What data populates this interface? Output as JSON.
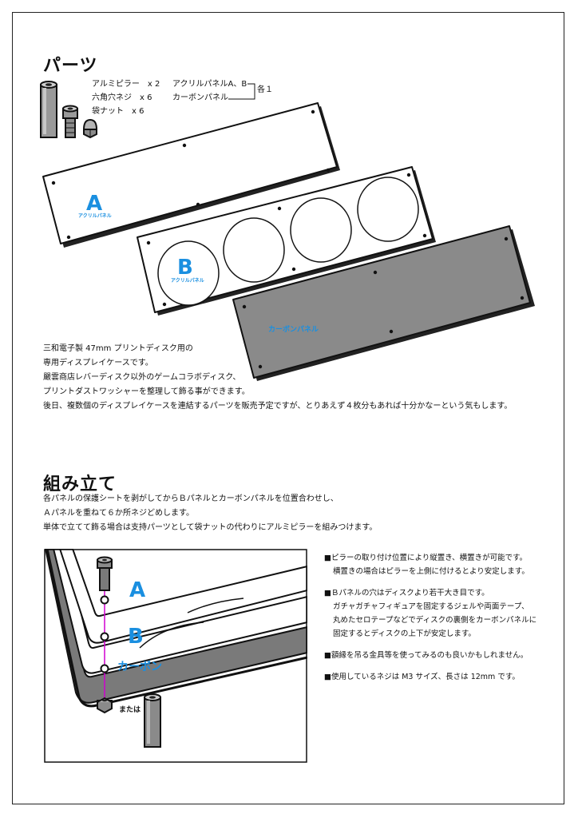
{
  "colors": {
    "accent_blue": "#1a8fe0",
    "magenta": "#d000d0",
    "panel_gray": "#8a8a8a"
  },
  "parts": {
    "title": "パーツ",
    "items": [
      "アルミピラー　x 2",
      "六角穴ネジ　x 6",
      "袋ナット　x 6"
    ],
    "panels": [
      "アクリルパネルA、B",
      "カーボンパネル"
    ],
    "panels_qty": "各１",
    "panel_a": {
      "letter": "A",
      "caption": "アクリルパネル"
    },
    "panel_b": {
      "letter": "B",
      "caption": "アクリルパネル"
    },
    "carbon_caption": "カーボンパネル"
  },
  "description": [
    "三和電子製 47mm プリントディスク用の",
    "専用ディスプレイケースです。",
    "嚴雲商店レバーディスク以外のゲームコラボディスク、",
    "プリントダストワッシャーを整理して飾る事ができます。",
    "後日、複数個のディスプレイケースを連結するパーツを販売予定ですが、とりあえず４枚分もあれば十分かなーという気もします。"
  ],
  "assembly": {
    "title": "組み立て",
    "lines": [
      "各パネルの保護シートを剥がしてからＢパネルとカーボンパネルを位置合わせし、",
      "Ａパネルを重ねて６か所ネジどめします。",
      "単体で立てて飾る場合は支持パーツとして袋ナットの代わりにアルミピラーを組みつけます。"
    ],
    "diagram": {
      "label_a": "A",
      "label_b": "B",
      "label_carbon": "カーボン",
      "or_label": "または"
    }
  },
  "notes": [
    [
      "■ピラーの取り付け位置により縦置き、横置きが可能です。",
      "横置きの場合はピラーを上側に付けるとより安定します。"
    ],
    [
      "■Ｂパネルの穴はディスクより若干大き目です。",
      "ガチャガチャフィギュアを固定するジェルや両面テープ、",
      "丸めたセロテープなどでディスクの裏側をカーボンパネルに",
      "固定するとディスクの上下が安定します。"
    ],
    [
      "■額縁を吊る金具等を使ってみるのも良いかもしれません。"
    ],
    [
      "■使用しているネジは M3 サイズ、長さは 12mm です。"
    ]
  ]
}
